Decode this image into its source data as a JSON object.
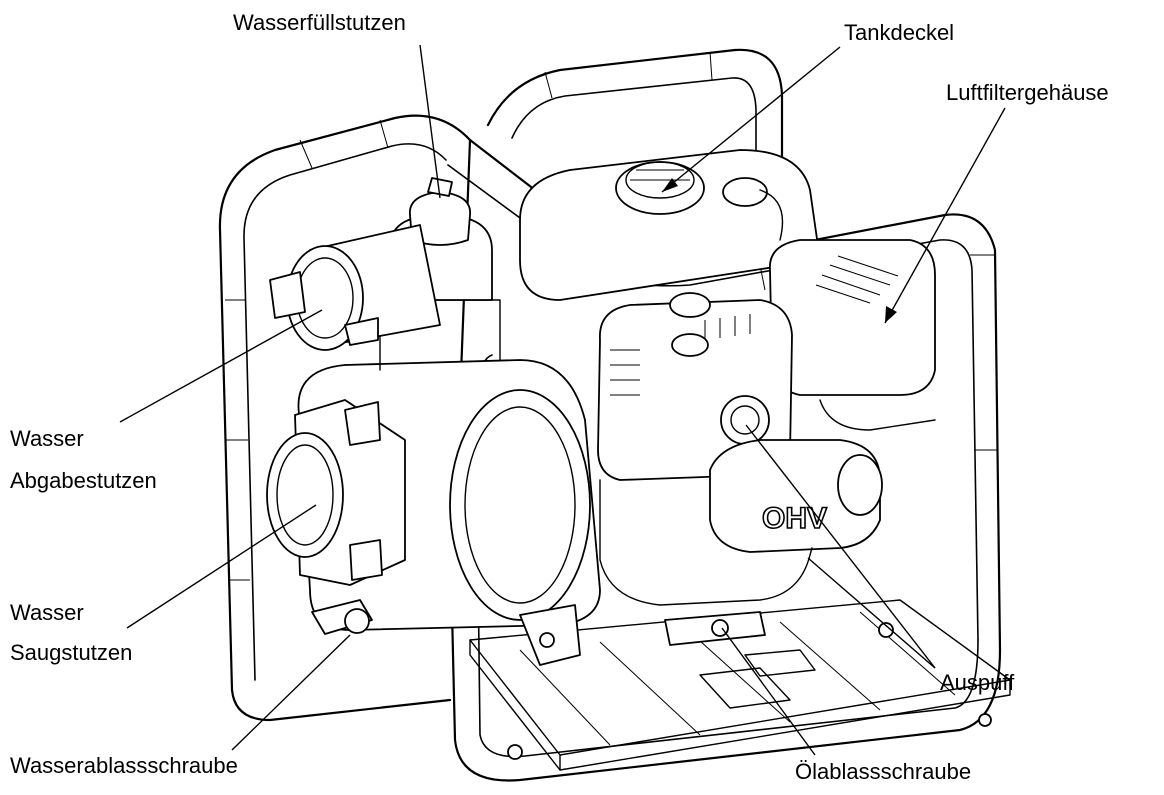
{
  "labels": {
    "water_fill": "Wasserfüllstutzen",
    "tank_cap": "Tankdeckel",
    "air_filter": "Luftfiltergehäuse",
    "discharge_line1": "Wasser",
    "discharge_line2": "Abgabestutzen",
    "suction_line1": "Wasser",
    "suction_line2": "Saugstutzen",
    "water_drain": "Wasserablassschraube",
    "exhaust": "Auspuff",
    "oil_drain": "Ölablassschraube",
    "engine_mark": "OHV"
  }
}
